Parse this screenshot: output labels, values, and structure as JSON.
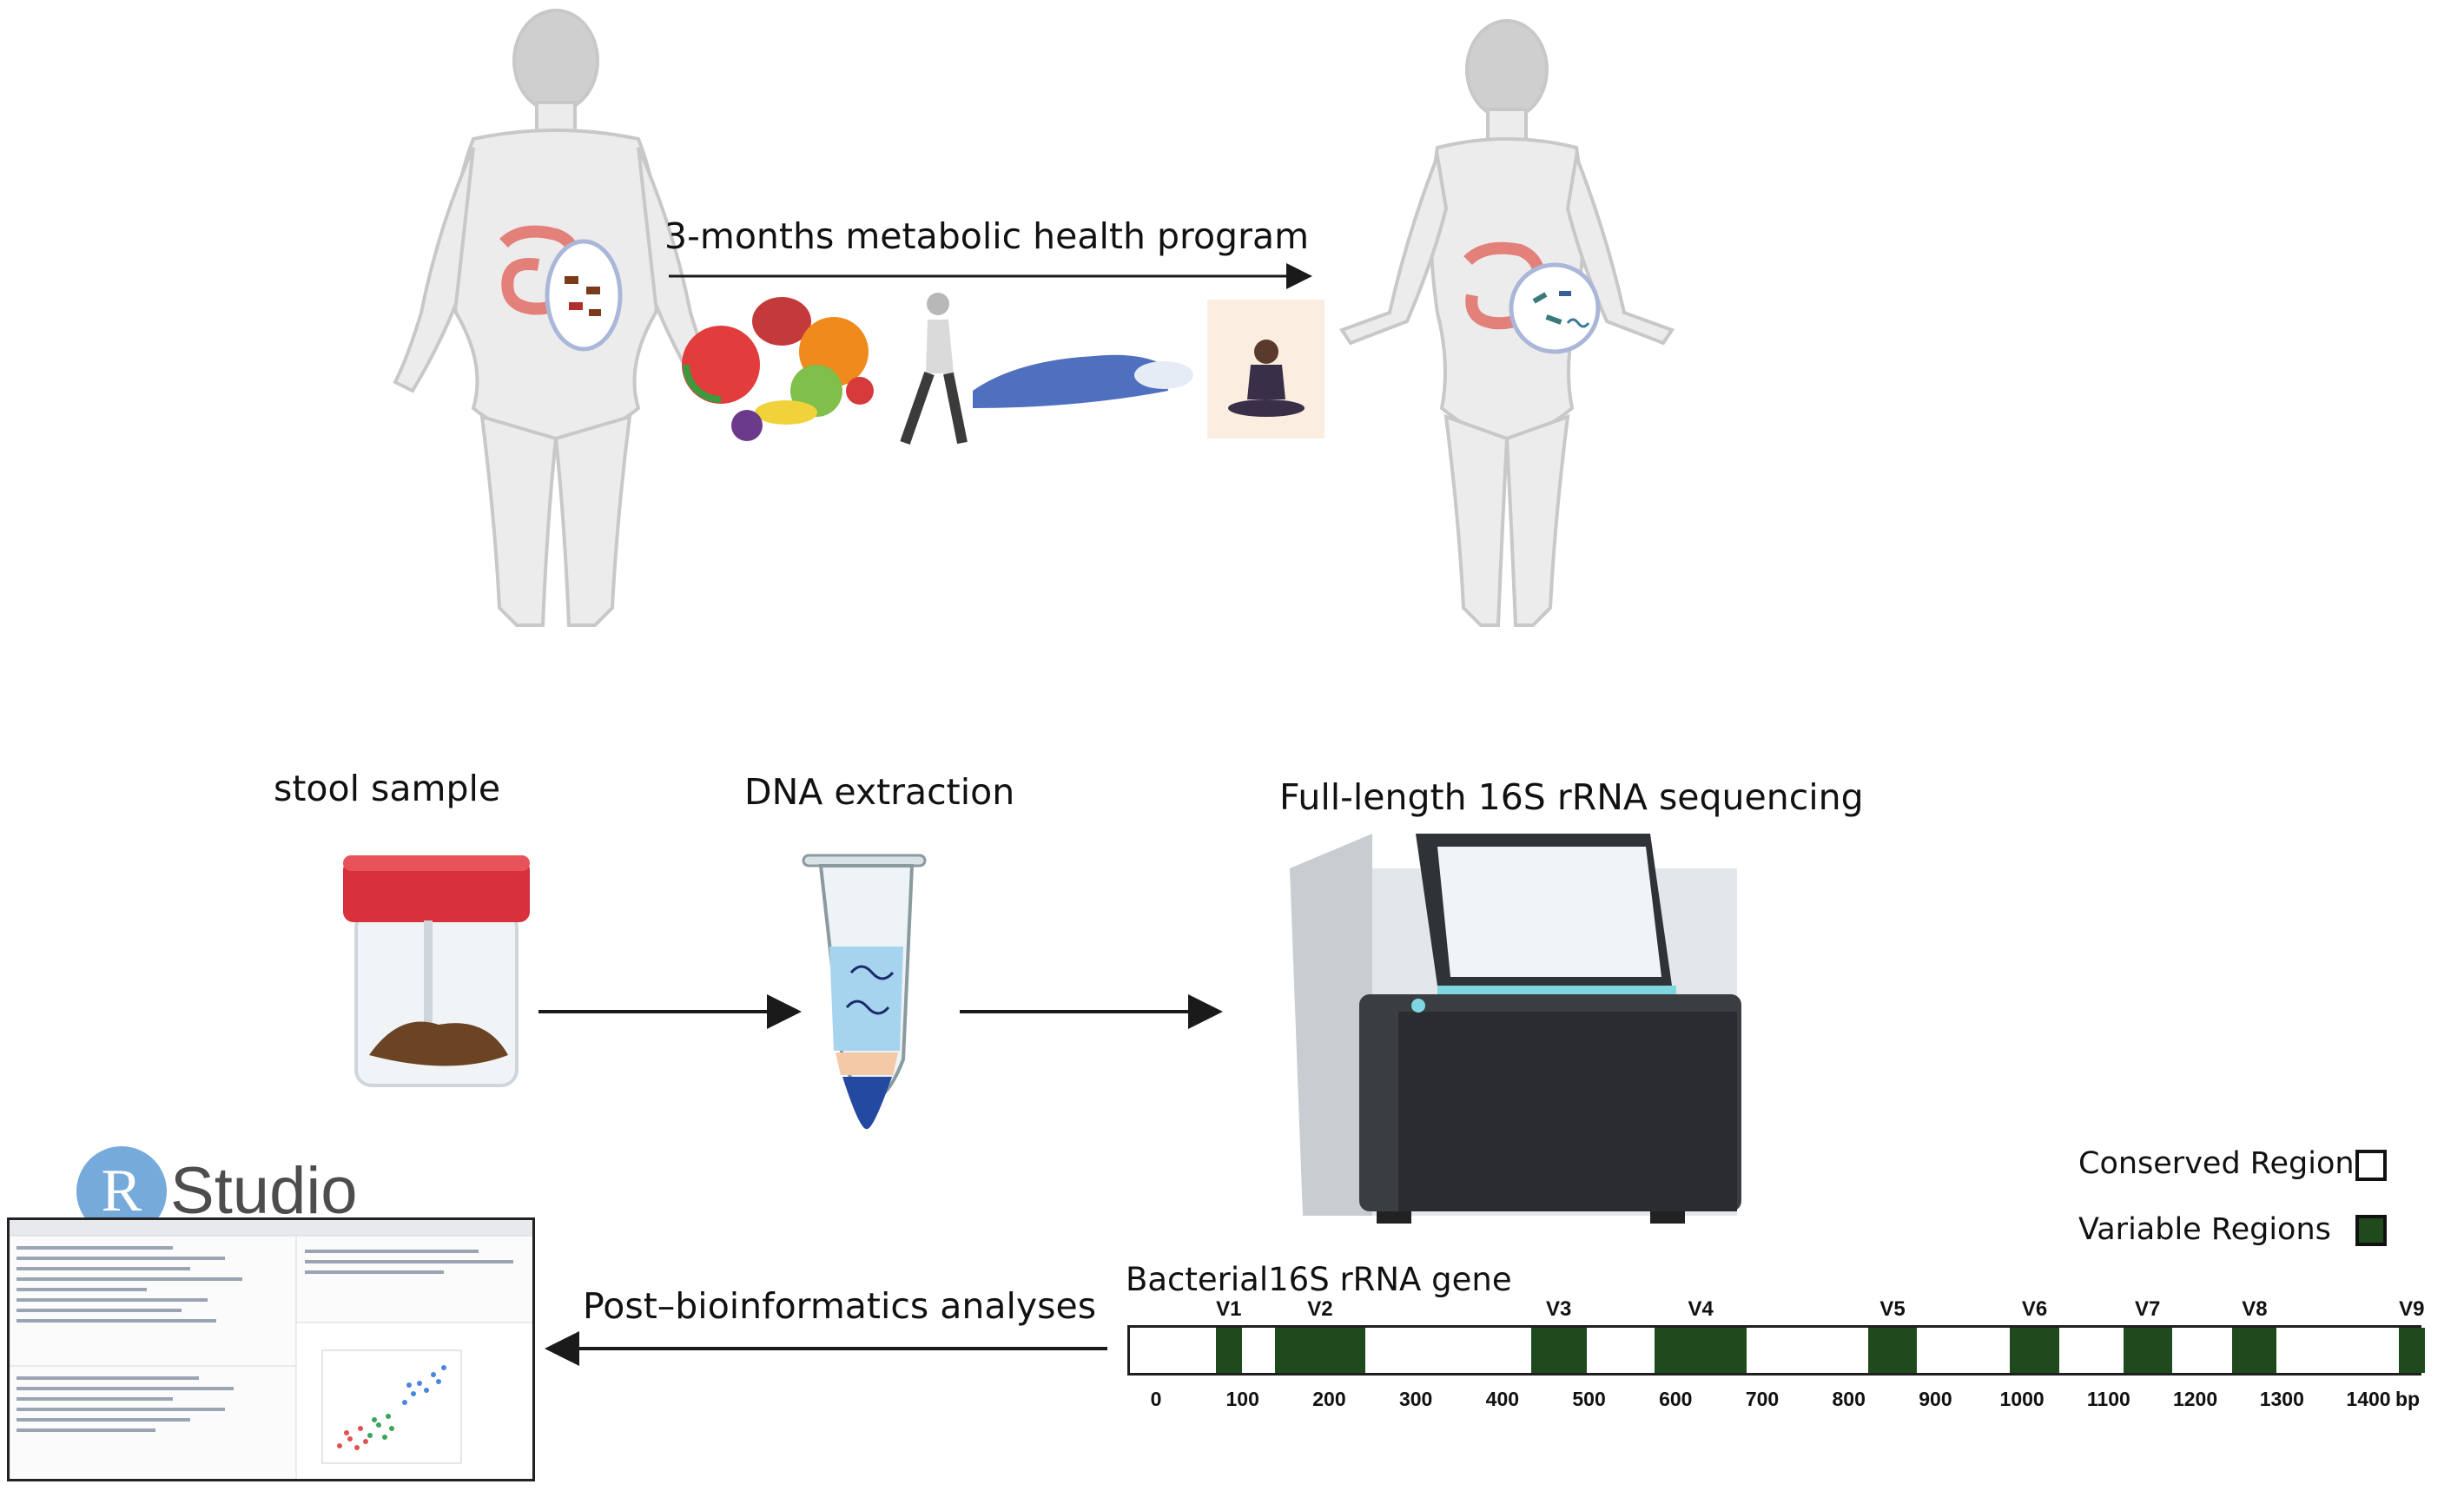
{
  "program_label": "3-months metabolic health program",
  "workflow": {
    "stool_sample": "stool sample",
    "dna_extraction": "DNA extraction",
    "sequencing": "Full-length 16S rRNA sequencing",
    "post_bioinformatics": "Post–bioinformatics analyses"
  },
  "rstudio": {
    "logo_letter": "R",
    "logo_text": "Studio"
  },
  "legend": {
    "conserved": "Conserved Regions",
    "variable": "Variable Regions"
  },
  "gene": {
    "title": "Bacterial16S rRNA gene",
    "unit": "bp",
    "region_color": "#1f4a1e",
    "regions": [
      {
        "label": "V1",
        "start": 69,
        "end": 99
      },
      {
        "label": "V2",
        "start": 137,
        "end": 242
      },
      {
        "label": "V3",
        "start": 433,
        "end": 497
      },
      {
        "label": "V4",
        "start": 576,
        "end": 682
      },
      {
        "label": "V5",
        "start": 822,
        "end": 879
      },
      {
        "label": "V6",
        "start": 986,
        "end": 1043
      },
      {
        "label": "V7",
        "start": 1117,
        "end": 1173
      },
      {
        "label": "V8",
        "start": 1243,
        "end": 1294
      },
      {
        "label": "V9",
        "start": 1435,
        "end": 1465
      }
    ],
    "ticks": [
      "0",
      "100",
      "200",
      "300",
      "400",
      "500",
      "600",
      "700",
      "800",
      "900",
      "1000",
      "1100",
      "1200",
      "1300",
      "1400"
    ]
  }
}
